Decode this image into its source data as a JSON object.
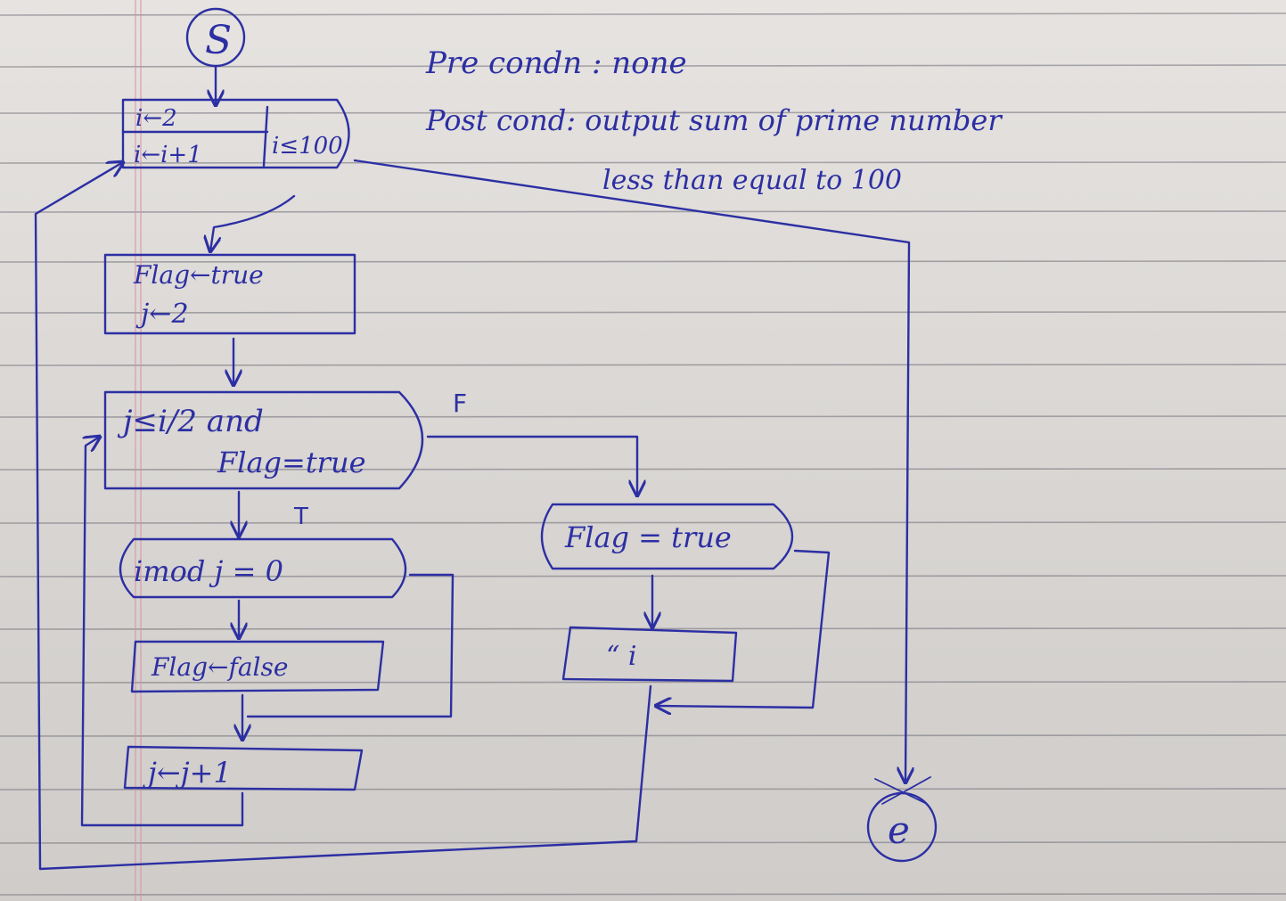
{
  "start_symbol": "S",
  "end_symbol": "e",
  "header": {
    "precondition": "Pre condn : none",
    "postcondition_line1": "Post cond: output sum of prime number",
    "postcondition_line2": "less than equal to 100"
  },
  "loop_box": {
    "init": "i←2",
    "update": "i←i+1",
    "condition": "i≤100"
  },
  "init_box": {
    "line1": "Flag←true",
    "line2": "j←2"
  },
  "while_box": {
    "line1": "j≤i/2 and",
    "line2": "Flag=true"
  },
  "mod_box": {
    "text": "imod j = 0"
  },
  "set_false_box": {
    "text": "Flag←false"
  },
  "incr_box": {
    "text": "j←j+1"
  },
  "check_box": {
    "text": "Flag = true"
  },
  "output_box": {
    "text": "“ i"
  },
  "branch_labels": {
    "false_label": "F",
    "true_label": "T"
  },
  "colors": {
    "ink": "#2c2fa3",
    "paper": "#e2dfdc",
    "rule": "#6f6f79",
    "margin": "#d98fa6"
  }
}
